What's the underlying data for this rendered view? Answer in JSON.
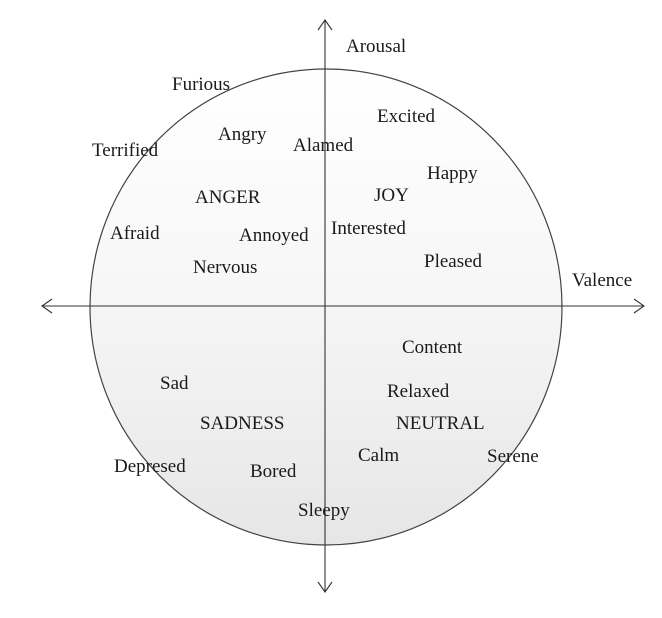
{
  "axes": {
    "y_label": "Arousal",
    "x_label": "Valence"
  },
  "quadrant_labels": {
    "anger": "ANGER",
    "joy": "JOY",
    "sadness": "SADNESS",
    "neutral": "NEUTRAL"
  },
  "emotions": {
    "furious": "Furious",
    "terrified": "Terrified",
    "angry": "Angry",
    "alamed": "Alamed",
    "excited": "Excited",
    "happy": "Happy",
    "afraid": "Afraid",
    "annoyed": "Annoyed",
    "interested": "Interested",
    "nervous": "Nervous",
    "pleased": "Pleased",
    "content": "Content",
    "sad": "Sad",
    "relaxed": "Relaxed",
    "calm": "Calm",
    "serene": "Serene",
    "depresed": "Depresed",
    "bored": "Bored",
    "sleepy": "Sleepy"
  }
}
